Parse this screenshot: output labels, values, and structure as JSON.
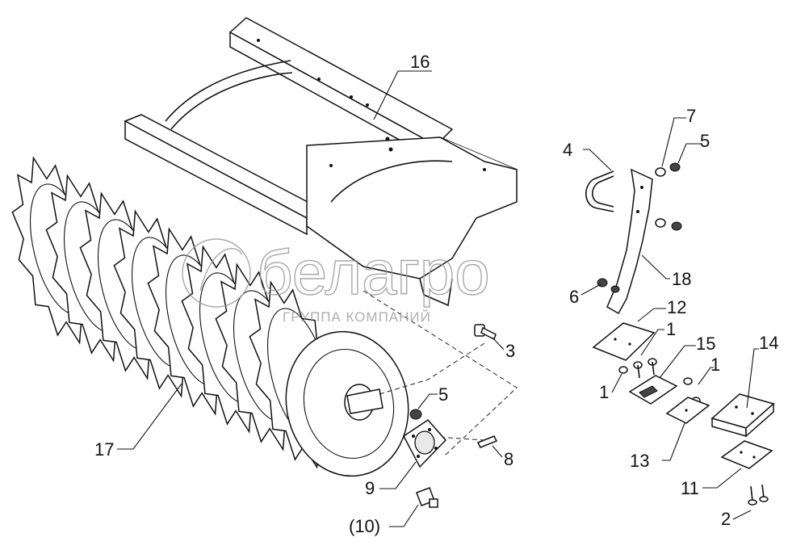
{
  "watermark": {
    "brand": "белагро",
    "subtitle": "ГРУППА КОМПАНИЙ"
  },
  "callouts": [
    {
      "id": "c16",
      "text": "16"
    },
    {
      "id": "c7",
      "text": "7"
    },
    {
      "id": "c5a",
      "text": "5"
    },
    {
      "id": "c4",
      "text": "4"
    },
    {
      "id": "c18",
      "text": "18"
    },
    {
      "id": "c6",
      "text": "6"
    },
    {
      "id": "c12",
      "text": "12"
    },
    {
      "id": "c1a",
      "text": "1"
    },
    {
      "id": "c15",
      "text": "15"
    },
    {
      "id": "c14",
      "text": "14"
    },
    {
      "id": "c1b",
      "text": "1"
    },
    {
      "id": "c1c",
      "text": "1"
    },
    {
      "id": "c3",
      "text": "3"
    },
    {
      "id": "c5b",
      "text": "5"
    },
    {
      "id": "c17",
      "text": "17"
    },
    {
      "id": "c8",
      "text": "8"
    },
    {
      "id": "c9",
      "text": "9"
    },
    {
      "id": "c13",
      "text": "13"
    },
    {
      "id": "c11",
      "text": "11"
    },
    {
      "id": "c2",
      "text": "2"
    },
    {
      "id": "c10",
      "text": "(10)"
    }
  ]
}
